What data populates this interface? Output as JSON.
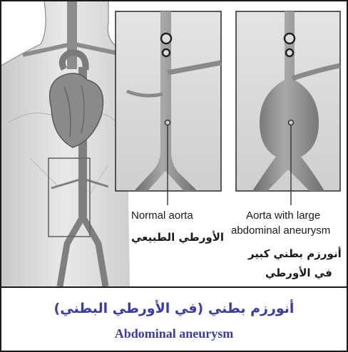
{
  "labels": {
    "normal_en": "Normal aorta",
    "normal_ar": "الأورطي الطبيعي",
    "aneurysm_en_line1": "Aorta with large",
    "aneurysm_en_line2": "abdominal aneurysm",
    "aneurysm_ar_line1": "أنورزم بطني كبير",
    "aneurysm_ar_line2": "في الأورطي"
  },
  "caption": {
    "arabic": "أنورزم بطني (في الأورطي البطني)",
    "english": "Abdominal aneurysm"
  },
  "colors": {
    "caption_text": "#3a3aa8",
    "frame": "#1a1a1a",
    "vessel_fill": "#8f8f8f",
    "panel_bg": "#d6d6d6"
  }
}
